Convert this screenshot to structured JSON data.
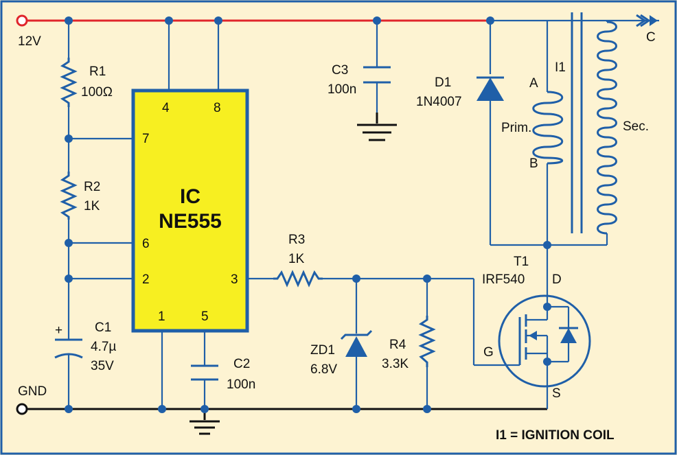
{
  "rails": {
    "supply": "12V",
    "ground": "GND"
  },
  "ic": {
    "title_line1": "IC",
    "title_line2": "NE555",
    "pins": {
      "p4": "4",
      "p8": "8",
      "p7": "7",
      "p6": "6",
      "p2": "2",
      "p3": "3",
      "p1": "1",
      "p5": "5"
    }
  },
  "r1": {
    "name": "R1",
    "value": "100Ω"
  },
  "r2": {
    "name": "R2",
    "value": "1K"
  },
  "r3": {
    "name": "R3",
    "value": "1K"
  },
  "r4": {
    "name": "R4",
    "value": "3.3K"
  },
  "c1": {
    "name": "C1",
    "value": "4.7µ",
    "voltage": "35V",
    "plus": "+"
  },
  "c2": {
    "name": "C2",
    "value": "100n"
  },
  "c3": {
    "name": "C3",
    "value": "100n"
  },
  "d1": {
    "name": "D1",
    "value": "1N4007"
  },
  "zd1": {
    "name": "ZD1",
    "value": "6.8V"
  },
  "t1": {
    "name": "T1",
    "value": "IRF540",
    "drain": "D",
    "gate": "G",
    "source": "S"
  },
  "coil": {
    "name": "I1",
    "a": "A",
    "b": "B",
    "primary": "Prim.",
    "secondary": "Sec.",
    "output": "C"
  },
  "note": "I1 =  IGNITION COIL",
  "colors": {
    "background": "#fdf3d2",
    "wire": "#1f5fa8",
    "supply_rail": "#e0252b",
    "ic_fill": "#f7ef21",
    "ground": "#111111"
  }
}
